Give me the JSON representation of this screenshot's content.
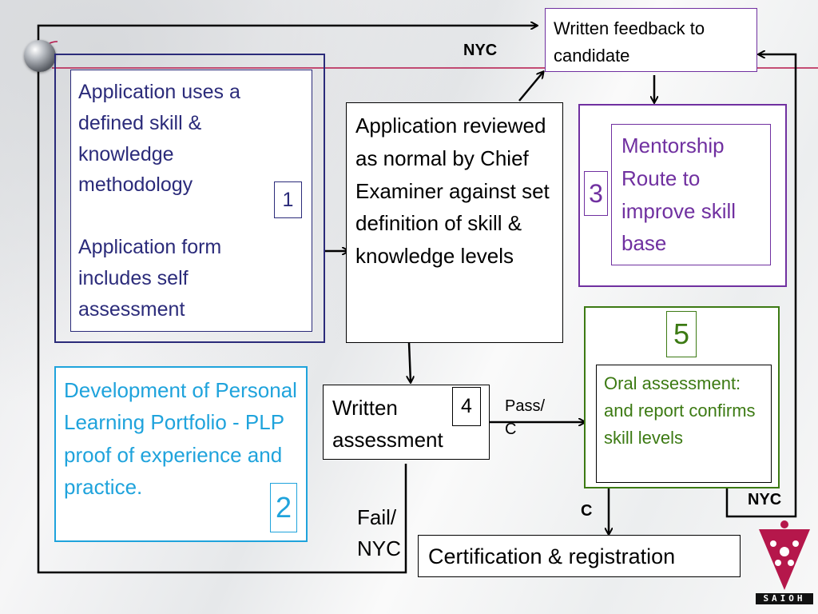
{
  "feedback": "Written feedback to candidate",
  "box1": {
    "p1": "Application uses a defined skill & knowledge methodology",
    "p2": "Application form includes self assessment",
    "num": "1"
  },
  "box2": {
    "text": "Development of Personal Learning Portfolio - PLP proof of experience and practice.",
    "num": "2"
  },
  "review": "Application reviewed as normal by Chief Examiner against set definition of skill  & knowledge levels",
  "box3": {
    "text": "Mentorship Route to improve skill base",
    "num": "3"
  },
  "box4": {
    "text": "Written assessment",
    "num": "4"
  },
  "box5": {
    "text": "Oral assessment: and report confirms skill levels",
    "num": "5"
  },
  "certification": "Certification & registration",
  "labels": {
    "nyc_top": "NYC",
    "pass": "Pass/ C",
    "fail": "Fail/ NYC",
    "c": "C",
    "nyc_right": "NYC"
  },
  "logo_text": "SAIOH",
  "colors": {
    "navy": "#2b2b7a",
    "cyan": "#1fa3dc",
    "purple": "#7030a0",
    "green": "#3c7a13",
    "crimson": "#b5174b"
  }
}
